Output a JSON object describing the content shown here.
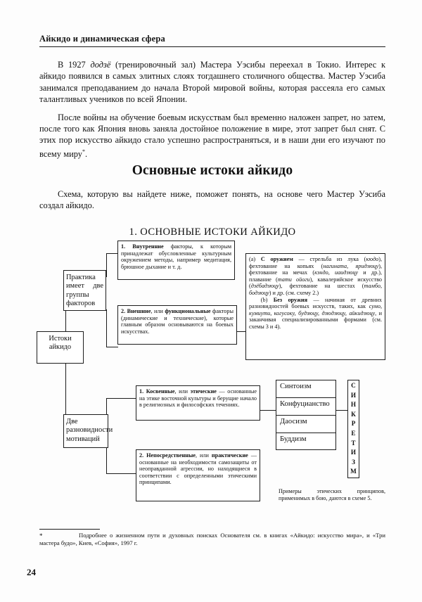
{
  "running_head": "Айкидо и динамическая сфера",
  "paragraphs": [
    "В 1927 <i>додзё</i> (тренировочный зал) Мастера Уэсибы переехал в Токио. Интерес к айкидо появился в самых элитных слоях тогдашнего столичного общества. Мастер Уэсиба занимался преподаванием до начала Второй мировой войны, которая рассеяла его самых талантливых учеников по всей Японии.",
    "После войны на обучение боевым искусствам был временно наложен запрет, но затем, после того как Япония вновь заняла достойное положение в мире, этот запрет был снят. С этих пор искусство айкидо стало успешно распространяться, и в наши дни его изучают по всему миру<sup class=\"fn\">*</sup>."
  ],
  "section_heading": "Основные истоки айкидо",
  "lead_paragraph": "Схема, которую вы найдете ниже, поможет понять, на основе чего Мастер Уэсиба создал айкидо.",
  "scheme_title": "1. ОСНОВНЫЕ ИСТОКИ АЙКИДО",
  "diagram": {
    "root": "Истоки айкидо",
    "branch_practice": "Практика имеет две группы факторов",
    "branch_motivation": "Две разновидности мотиваций",
    "factor_internal": "<b>1. Внутренние</b> факторы, к которым принадлежат обусловленные культурным окружением методы, например медитация, брюшное дыхание и т. д.",
    "factor_external": "<b>2. Внешние</b>, или <b>функциональные</b> факторы (динамические и технические), которые главным образом основываются на боевых искусствах.",
    "martial_arts": "(a) <b>С оружием</b> — стрельба из лука (<i>кюдо</i>), фехтование на копьях (<i>нагината, яридзюцу</i>), фехтование на мечах (<i>кэндо, иаидзюцу</i> и др.), плавание (<i>тати ойоги</i>), кавалерийское искусство (<i>дзёбадзюцу</i>), фехтование на шестах (<i>тамбо, бодзюцу</i>) и др. (см. схему 2.)<br>&nbsp;&nbsp;(b) <b>Без оружия</b> — начиная от древних разновидностей боевых искусств, таких, как <i>сумо, кумиути, когусоку, будзюцу, дзюдзюцу, айкидзюцу</i>, и заканчивая специализированными формами (см. схемы 3 и 4).",
    "motivation_indirect": "<b>1. Косвенные</b>, или <b>этические</b> — основанные на этике восточной культуры и берущие начало в религиозных и философских течениях.",
    "motivation_direct": "<b>2. Непосредственные</b>, или <b>практические</b> — основанные на необходимости самозащиты от неоправданной агрессии, но находящиеся в соответствии с определенными этическими принципами.",
    "religions": [
      "Синтоизм",
      "Конфуцианство",
      "Даосизм",
      "Буддизм"
    ],
    "syncretism_label": "СИНКРЕТИЗМ",
    "syncretism_letters": [
      "С",
      "И",
      "Н",
      "К",
      "Р",
      "Е",
      "Т",
      "И",
      "З",
      "М"
    ],
    "note": "Примеры этических принципов, применимых в бою, даются в схеме 5."
  },
  "footnote": {
    "marker": "*",
    "text": "Подробнее о жизненном пути и духовных поисках Основателя см. в книгах «Айкидо: искусство мира», и «Три мастера будо», Киев, «София», 1997 г."
  },
  "page_number": "24"
}
